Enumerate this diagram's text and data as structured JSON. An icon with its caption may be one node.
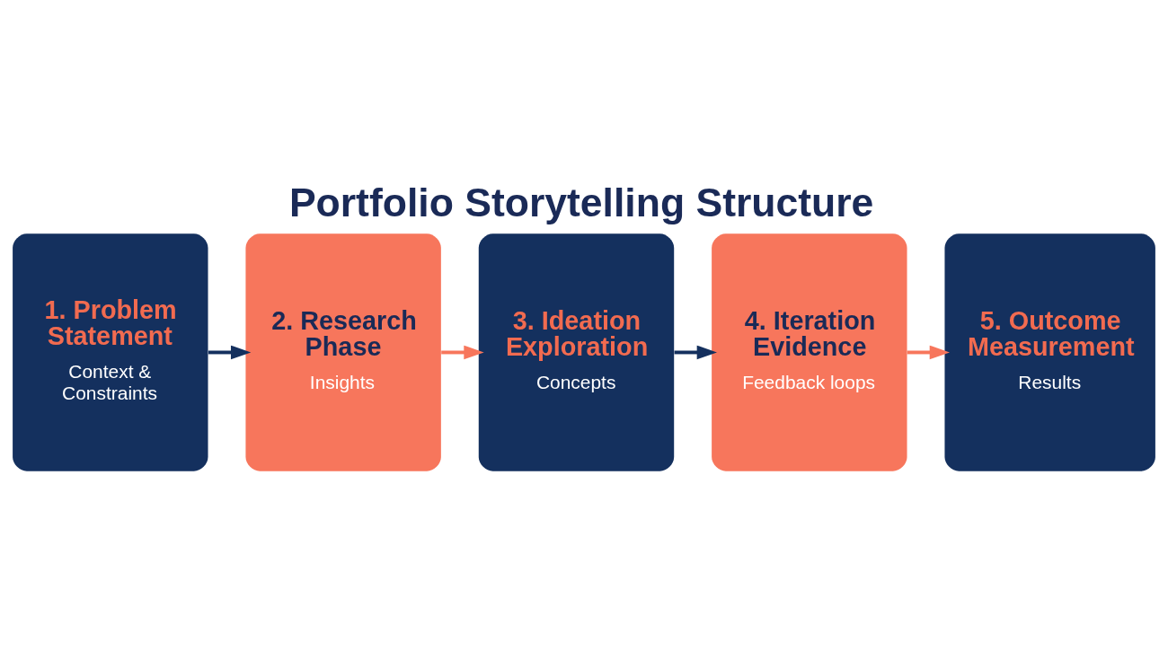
{
  "diagram": {
    "title": "Portfolio Storytelling Structure",
    "nodes": [
      {
        "text": [
          "1. Problem Statement",
          "Context & Constraints"
        ]
      },
      {
        "text": [
          "2. Research Phase",
          "Insights"
        ]
      },
      {
        "text": [
          "3. Ideation Exploration",
          "Concepts"
        ]
      },
      {
        "text": [
          "4. Iteration Evidence",
          "Feedback loops"
        ]
      },
      {
        "text": [
          "5. Outcome Measurement",
          "Results"
        ]
      }
    ],
    "edges": [
      {
        "from": 0,
        "to": 1,
        "arrow": "to",
        "color": "#14305e"
      },
      {
        "from": 1,
        "to": 2,
        "arrow": "to",
        "color": "#f7765c"
      },
      {
        "from": 2,
        "to": 3,
        "arrow": "to",
        "color": "#14305e"
      },
      {
        "from": 3,
        "to": 4,
        "arrow": "to",
        "color": "#f7765c"
      }
    ]
  }
}
